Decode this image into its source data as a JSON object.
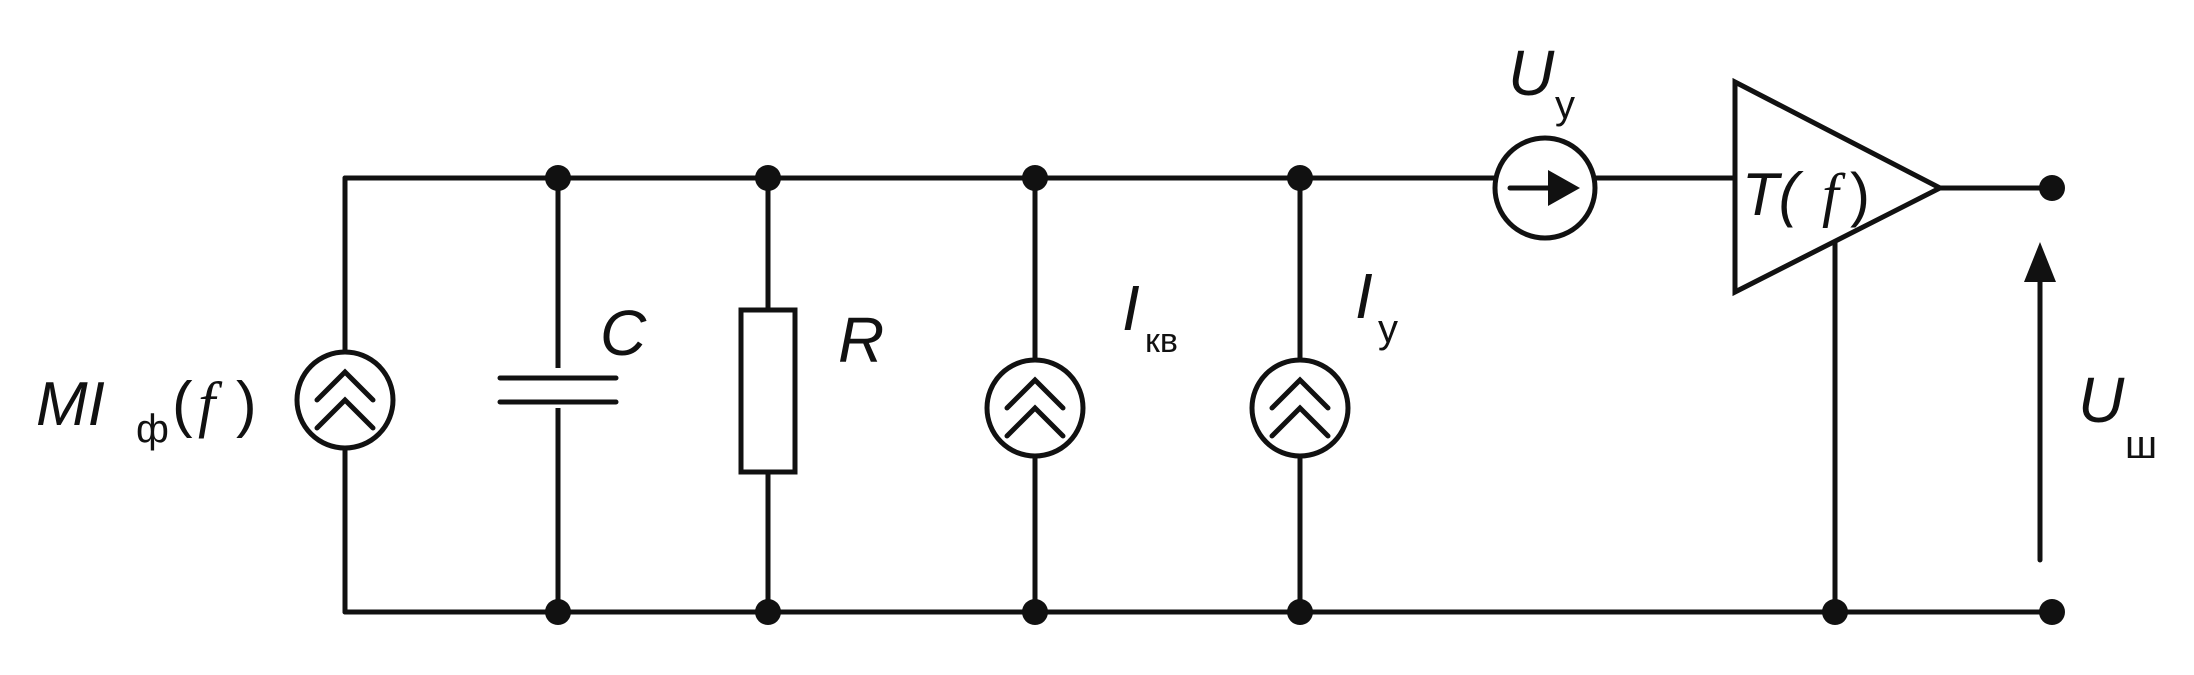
{
  "diagram": {
    "labels": {
      "source_main": "MI",
      "source_main_sub": "ф",
      "source_main_arg_open": "(",
      "source_main_arg": "f",
      "source_main_arg_close": ")",
      "capacitor": "C",
      "resistor": "R",
      "noise_current": "I",
      "noise_current_sub": "кв",
      "amp_noise_current": "I",
      "amp_noise_current_sub": "у",
      "amp_noise_voltage": "U",
      "amp_noise_voltage_sub": "у",
      "amplifier": "T(",
      "amplifier_arg": "f",
      "amplifier_close": ")",
      "output_voltage": "U",
      "output_voltage_sub": "ш"
    },
    "colors": {
      "line": "#111111",
      "background": "#ffffff"
    }
  }
}
